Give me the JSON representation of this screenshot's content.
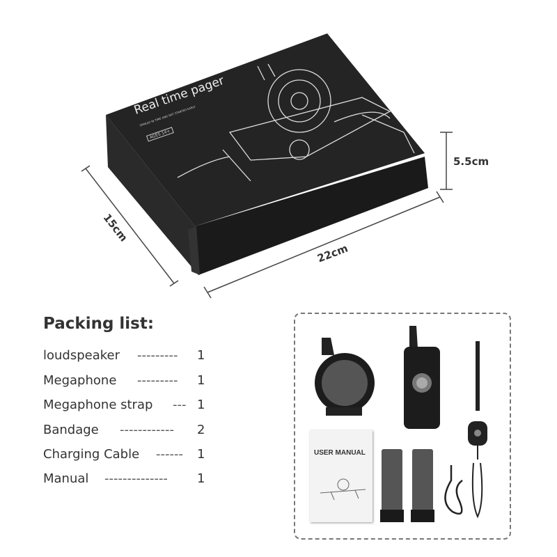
{
  "box": {
    "title": "Real time pager",
    "subtitle": "SPREAD IN TIME AND GET STARTED EARLY",
    "age_badge": "AGES 14+",
    "color": "#1e1e1e"
  },
  "dimensions": {
    "length": "22cm",
    "width": "15cm",
    "height": "5.5cm"
  },
  "packing_list": {
    "title": "Packing list:",
    "items": [
      {
        "name": "loudspeaker",
        "dashes": "---------",
        "qty": "1"
      },
      {
        "name": "Megaphone",
        "dashes": "---------",
        "qty": "1"
      },
      {
        "name": "Megaphone strap",
        "dashes": "---",
        "qty": "1"
      },
      {
        "name": "Bandage",
        "dashes": "------------",
        "qty": "2"
      },
      {
        "name": "Charging Cable",
        "dashes": "------",
        "qty": "1"
      },
      {
        "name": "Manual",
        "dashes": "--------------",
        "qty": "1"
      }
    ]
  },
  "manual": {
    "title": "USER MANUAL"
  }
}
